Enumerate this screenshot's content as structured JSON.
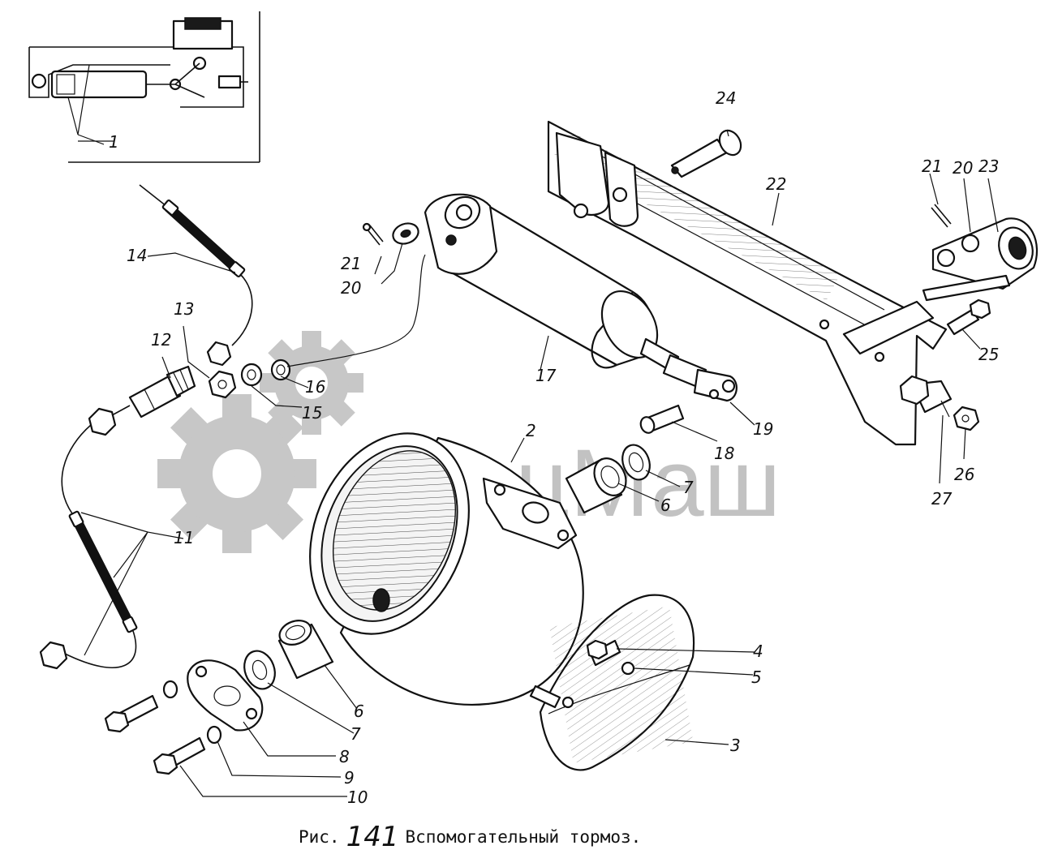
{
  "caption": {
    "prefix": "Рис.",
    "number": "141",
    "title": "Вспомогательный тормоз."
  },
  "watermark": {
    "text": "СпецМаш"
  },
  "callouts": {
    "c1": "1",
    "c2": "2",
    "c3": "3",
    "c4": "4",
    "c5": "5",
    "c6a": "6",
    "c6b": "6",
    "c7a": "7",
    "c7b": "7",
    "c8": "8",
    "c9": "9",
    "c10": "10",
    "c11": "11",
    "c12": "12",
    "c13": "13",
    "c14": "14",
    "c15": "15",
    "c16": "16",
    "c17": "17",
    "c18": "18",
    "c19": "19",
    "c20a": "20",
    "c20b": "20",
    "c21a": "21",
    "c21b": "21",
    "c22": "22",
    "c23": "23",
    "c24": "24",
    "c25": "25",
    "c26": "26",
    "c27": "27"
  }
}
